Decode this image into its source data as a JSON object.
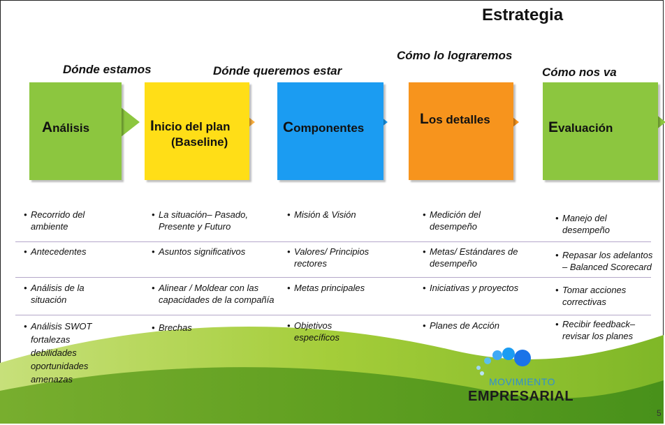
{
  "header": {
    "title": "Estrategia"
  },
  "phase_labels": [
    "Dónde estamos",
    "Dónde queremos estar",
    "Cómo lo lograremos",
    "Cómo nos va"
  ],
  "stages": [
    {
      "initial": "A",
      "rest": "nálisis",
      "second": "",
      "color": "#8cc63f",
      "arrow": "#8cc63f"
    },
    {
      "initial": "I",
      "rest": "nicio del plan",
      "second": "(Baseline)",
      "color": "#ffde17",
      "arrow": "#fbb040"
    },
    {
      "initial": "C",
      "rest": "omponentes",
      "second": "",
      "color": "#1b9cf2",
      "arrow": "#1b9cf2"
    },
    {
      "initial": "L",
      "rest": "os detalles",
      "second": "",
      "color": "#f7941d",
      "arrow": "#f7941d"
    },
    {
      "initial": "E",
      "rest": "valuación",
      "second": "",
      "color": "#8cc63f",
      "arrow": "#8cc63f"
    }
  ],
  "columns": [
    {
      "items": [
        "Recorrido del ambiente",
        "Antecedentes",
        "Análisis de la situación",
        "Análisis SWOT fortalezas debilidades oportunidades amenazas"
      ]
    },
    {
      "items": [
        "La situación– Pasado, Presente y Futuro",
        "Asuntos significativos",
        "Alinear / Moldear con las capacidades de la compañía",
        "Brechas"
      ]
    },
    {
      "items": [
        "Misión & Visión",
        "Valores/ Principios rectores",
        "Metas principales",
        "Objetivos específicos"
      ]
    },
    {
      "items": [
        "Medición del desempeño",
        "Metas/ Estándares de desempeño",
        "Iniciativas y proyectos",
        "Planes de Acción"
      ]
    },
    {
      "items": [
        "Manejo del desempeño",
        "Repasar los adelantos – Balanced Scorecard",
        "Tomar acciones correctivas",
        "Recibir feedback– revisar los planes"
      ]
    }
  ],
  "logo": {
    "line1": "MOVIMIENTO",
    "line2": "EMPRESARIAL"
  },
  "page_number": "5"
}
